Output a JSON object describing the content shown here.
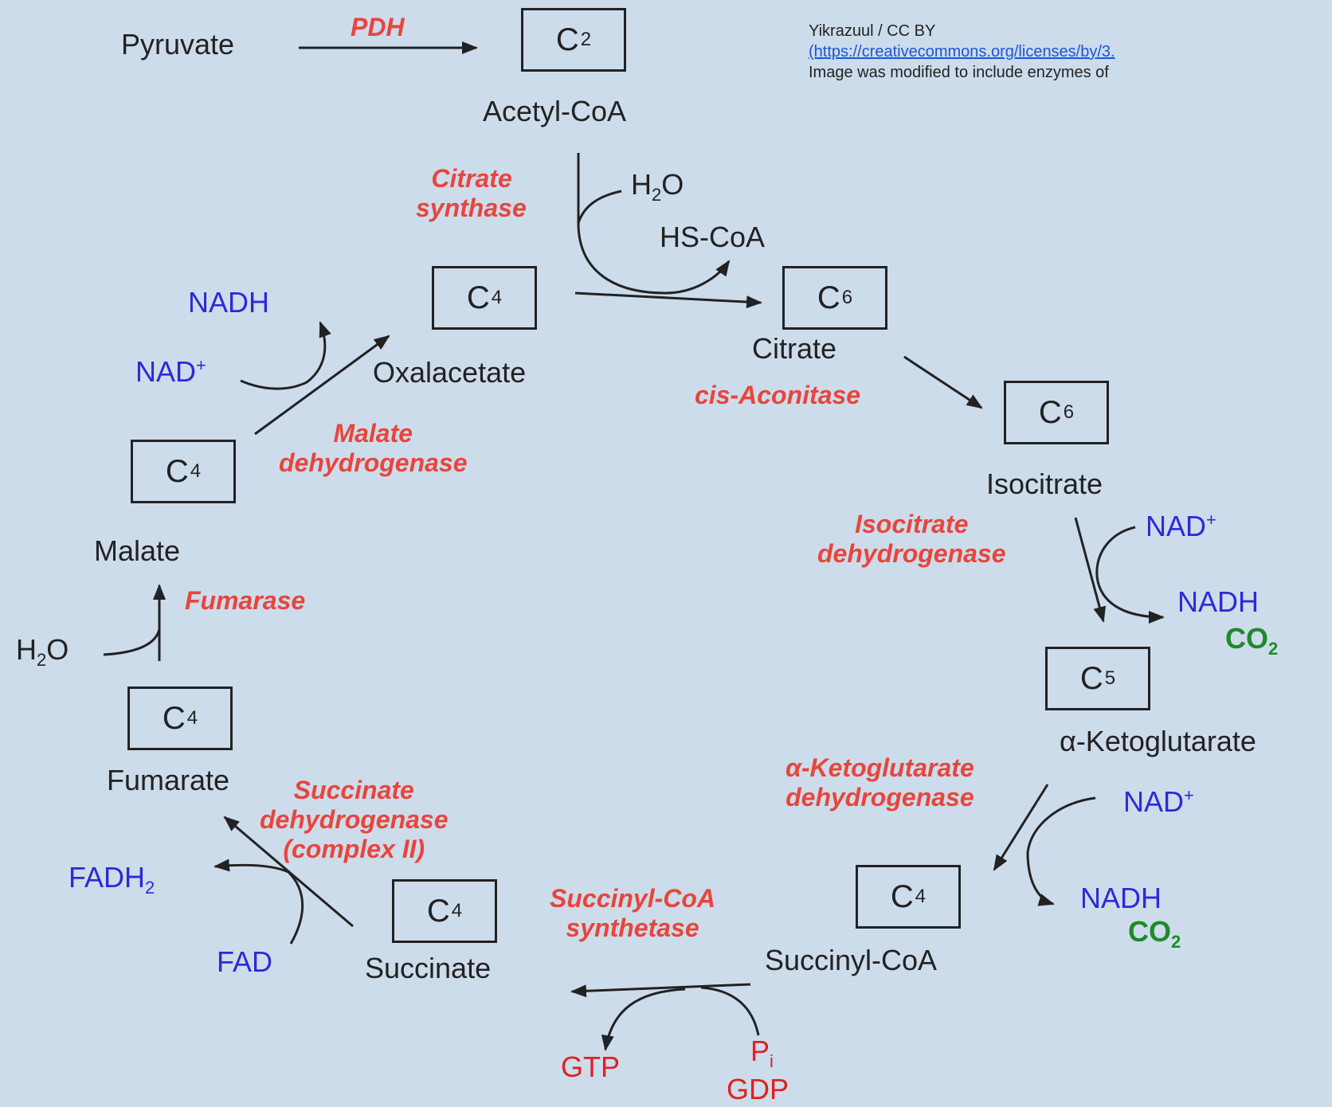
{
  "attribution": {
    "line1": "Yikrazuul / CC BY",
    "line2": "(https://creativecommons.org/licenses/by/3.",
    "line3": "Image was modified to include enzymes of"
  },
  "compounds": {
    "pyruvate": "Pyruvate",
    "acetyl_coa": "Acetyl-CoA",
    "citrate": "Citrate",
    "isocitrate": "Isocitrate",
    "alpha_kg": "α-Ketoglutarate",
    "succinyl_coa": "Succinyl-CoA",
    "succinate": "Succinate",
    "fumarate": "Fumarate",
    "malate": "Malate",
    "oxalacetate": "Oxalacetate"
  },
  "boxes": {
    "acetyl_coa": {
      "base": "C",
      "sub": "2"
    },
    "oxalacetate": {
      "base": "C",
      "sub": "4"
    },
    "citrate": {
      "base": "C",
      "sub": "6"
    },
    "isocitrate": {
      "base": "C",
      "sub": "6"
    },
    "alpha_kg": {
      "base": "C",
      "sub": "5"
    },
    "succinyl_coa": {
      "base": "C",
      "sub": "4"
    },
    "succinate": {
      "base": "C",
      "sub": "4"
    },
    "fumarate": {
      "base": "C",
      "sub": "4"
    },
    "malate": {
      "base": "C",
      "sub": "4"
    }
  },
  "enzymes": {
    "pdh": "PDH",
    "citrate_synthase_1": "Citrate",
    "citrate_synthase_2": "synthase",
    "aconitase": "cis-Aconitase",
    "idh_1": "Isocitrate",
    "idh_2": "dehydrogenase",
    "akgdh_1": "α-Ketoglutarate",
    "akgdh_2": "dehydrogenase",
    "scs_1": "Succinyl-CoA",
    "scs_2": "synthetase",
    "sdh_1": "Succinate",
    "sdh_2": "dehydrogenase",
    "sdh_3": "(complex II)",
    "fumarase": "Fumarase",
    "mdh_1": "Malate",
    "mdh_2": "dehydrogenase"
  },
  "cofactors": {
    "h2o_cs": {
      "base": "H",
      "sub": "2",
      "rest": "O"
    },
    "hscoa": "HS-CoA",
    "nad_idh": {
      "base": "NAD",
      "sup": "+"
    },
    "nadh_idh": "NADH",
    "co2_idh": {
      "base": "CO",
      "sub": "2"
    },
    "nad_akg": {
      "base": "NAD",
      "sup": "+"
    },
    "nadh_akg": "NADH",
    "co2_akg": {
      "base": "CO",
      "sub": "2"
    },
    "pi": {
      "base": "P",
      "sub": "i"
    },
    "gdp": "GDP",
    "gtp": "GTP",
    "fad": "FAD",
    "fadh2": {
      "base": "FADH",
      "sub": "2"
    },
    "h2o_fum": {
      "base": "H",
      "sub": "2",
      "rest": "O"
    },
    "nad_mdh": {
      "base": "NAD",
      "sup": "+"
    },
    "nadh_mdh": "NADH"
  },
  "colors": {
    "background": "#cddceb",
    "enzyme": "#e8453c",
    "nad": "#2b2bd6",
    "co2": "#1f8a2a",
    "gtp": "#e02020",
    "line": "#222222"
  }
}
